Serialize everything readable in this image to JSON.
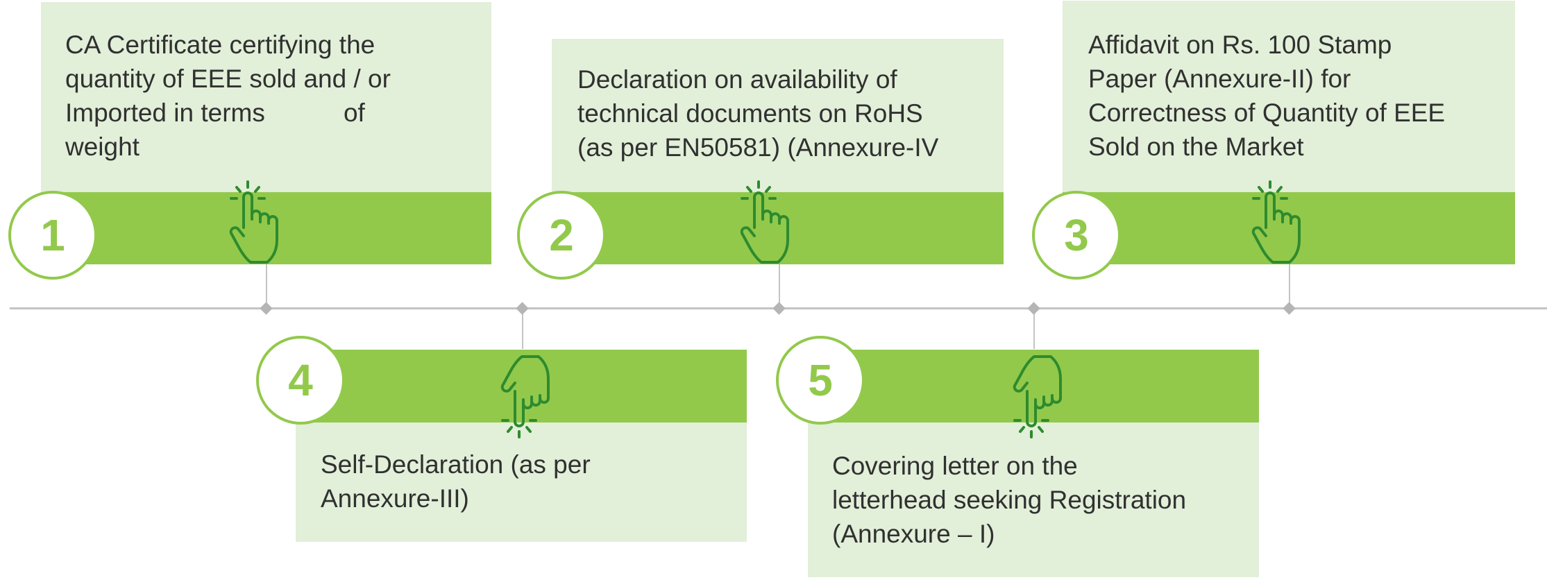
{
  "steps": [
    {
      "number": "1",
      "lines": [
        "CA Certificate certifying the",
        "quantity of EEE sold and / or",
        "Imported in terms           of",
        "weight"
      ],
      "icon": "pointing-hand-up-icon"
    },
    {
      "number": "2",
      "lines": [
        "Declaration on availability of",
        "technical documents on RoHS",
        "(as per EN50581) (Annexure-IV"
      ],
      "icon": "pointing-hand-up-icon"
    },
    {
      "number": "3",
      "lines": [
        "Affidavit on Rs. 100 Stamp",
        "Paper (Annexure-II) for",
        "Correctness of Quantity of EEE",
        "Sold on the Market"
      ],
      "icon": "pointing-hand-up-icon"
    },
    {
      "number": "4",
      "lines": [
        "Self-Declaration (as per",
        "Annexure-III)"
      ],
      "icon": "pointing-hand-down-icon"
    },
    {
      "number": "5",
      "lines": [
        "Covering letter on the",
        "letterhead seeking Registration",
        "(Annexure – I)"
      ],
      "icon": "pointing-hand-down-icon"
    }
  ],
  "colors": {
    "accent_green": "#92c94b",
    "card_background": "#e2efd9",
    "icon_green": "#2e8b2e",
    "timeline_gray": "#c4c4c4",
    "text": "#303030"
  }
}
